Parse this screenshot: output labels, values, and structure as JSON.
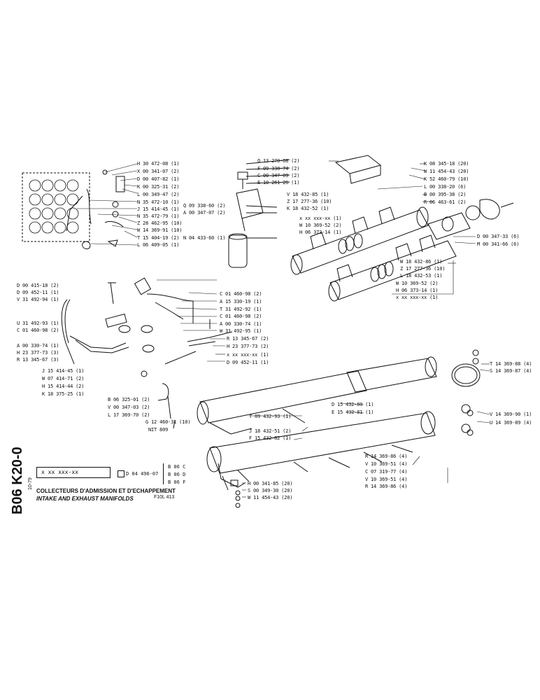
{
  "sheet": {
    "code": "B06 K20-0",
    "date": "10-79",
    "box_label": "x xx xxx-xx",
    "ref_label": "D 04 496-07",
    "variants": [
      "B 06 C",
      "B 06 D",
      "B 06 F"
    ],
    "title_fr": "COLLECTEURS D'ADMISSION ET D'ECHAPPEMENT",
    "title_en": "INTAKE AND EXHAUST MANIFOLDS",
    "model": "F10L 413"
  },
  "parts": {
    "engine_group": [
      "H 30 472-08 (1)",
      "X 00 341-07 (2)",
      "D 00 407-82 (1)",
      "K 00 325-31 (2)",
      "L 00 349-47 (2)",
      "N 35 472-10 (1)",
      "J 15 414-45 (1)",
      "N 35 472-79 (1)",
      "Z 28 462-95 (10)",
      "W 14 369-91 (10)",
      "T 15 404-19 (2)",
      "L 06 409-05 (1)"
    ],
    "bracket_group": [
      "Q 13 270-68 (2)",
      "F 09 338-74 (2)",
      "C 00 347-09 (2)",
      "E 10 261  26 (1)",
      "Q 09 338-60 (2)",
      "A 00 347-07 (2)",
      "N 04 433-60 (1)"
    ],
    "intake_group_a": [
      "V 18 432-85 (1)",
      "Z 17 277-36 (10)",
      "K 18 432-52 (1)",
      "x xx xxx-xx (1)",
      "W 10 369-52 (2)",
      "H 06 373-14 (1)"
    ],
    "intake_group_b": [
      "K 08 345-18 (20)",
      "W 11 454-43 (20)",
      "K 52 460-79 (10)",
      "L 00 338-20 (6)",
      "B 00 395-38 (2)",
      "R 06 463-61 (2)"
    ],
    "intake_group_c": [
      "D 00 347-33 (6)",
      "M 00 341-66 (6)"
    ],
    "intake_group_d": [
      "W 18 432-86 (1)",
      "Z 17 277-36 (10)",
      "L 18 432-53 (1)",
      "W 10 369-52 (2)",
      "H 06 373-14 (1)",
      "x xx xxx-xx (1)"
    ],
    "injector_group": [
      "D 00 415-18 (2)",
      "D 09 452-11 (1)",
      "V 31 492-94 (1)",
      "U 31 492-93 (1)",
      "C 01 460-98 (2)",
      "A 00 330-74 (1)",
      "H 23 377-73 (3)",
      "R 13 345-67 (3)"
    ],
    "injector_group_b": [
      "C 01 460-98 (2)",
      "A 15 330-19 (1)",
      "T 31 492-92 (1)",
      "C 01 460-98 (2)",
      "A 00 330-74 (1)",
      "W 31 492-95 (1)"
    ],
    "injector_group_c": [
      "R 13 345-67 (2)",
      "H 23 377-73 (2)",
      "x xx xxx-xx (1)",
      "D 09 452-11 (1)"
    ],
    "injector_group_d": [
      "J 15 414-45 (1)",
      "W 07 414-71 (2)",
      "H 15 414-44 (2)",
      "K 18 375-25 (1)"
    ],
    "injector_group_e": [
      "B 06 325-01 (2)",
      "V 00 347-03 (2)",
      "L 17 369-70 (2)",
      "G 12 460-31 (10)",
      "NIT 809"
    ],
    "exhaust_group": [
      "T 09 432-93 (1)",
      "J 18 432-51 (2)",
      "F 15 432-82 (1)",
      "D 15 432-80 (1)",
      "E 15 432-81 (1)"
    ],
    "exhaust_group_b": [
      "R 14 369-86 (4)",
      "V 10 369-51 (4)",
      "C 07 319-77 (4)",
      "V 10 369-51 (4)",
      "R 14 369-86 (4)"
    ],
    "exhaust_group_c": [
      "H 00 341-85 (20)",
      "S 00 349-30 (20)",
      "W 11 454-43 (20)"
    ],
    "clamp_group": [
      "T 14 369-88 (4)",
      "S 14 369-87 (4)",
      "V 14 369-90 (1)",
      "U 14 369-89 (4)"
    ]
  }
}
